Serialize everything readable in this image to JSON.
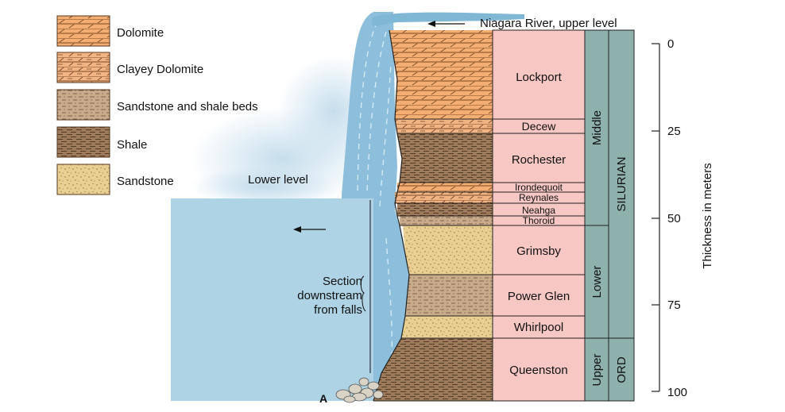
{
  "colors": {
    "dolomite": "#f4ae72",
    "clayey_dolomite": "#f2b482",
    "sandstone_shale": "#c8ab8a",
    "shale": "#9c7a5a",
    "sandstone": "#e9cf92",
    "formation_pink": "#f7c7c3",
    "column_teal": "#8fb1ad",
    "water": "#aed3e5",
    "water_dark": "#7fb7d4",
    "text": "#111111"
  },
  "legend": [
    {
      "label": "Dolomite",
      "pattern": "dolomite"
    },
    {
      "label": "Clayey Dolomite",
      "pattern": "clayey"
    },
    {
      "label": "Sandstone and shale beds",
      "pattern": "sandshale"
    },
    {
      "label": "Shale",
      "pattern": "shale"
    },
    {
      "label": "Sandstone",
      "pattern": "sandstone"
    }
  ],
  "labels": {
    "river": "Niagara River, upper level",
    "lower_level": "Lower level",
    "section": [
      "Section",
      "downstream",
      "from falls"
    ],
    "point_a": "A"
  },
  "formations": [
    "Lockport",
    "Decew",
    "Rochester",
    "Irondequoit",
    "Reynales",
    "Neahga",
    "Thoroid",
    "Grimsby",
    "Power Glen",
    "Whirlpool",
    "Queenston"
  ],
  "series": [
    "Middle",
    "Lower",
    "Upper"
  ],
  "systems": [
    "SILURIAN",
    "ORD"
  ],
  "scale": {
    "ticks": [
      "0",
      "25",
      "50",
      "75",
      "100"
    ],
    "axis_label": "Thickness in meters"
  }
}
